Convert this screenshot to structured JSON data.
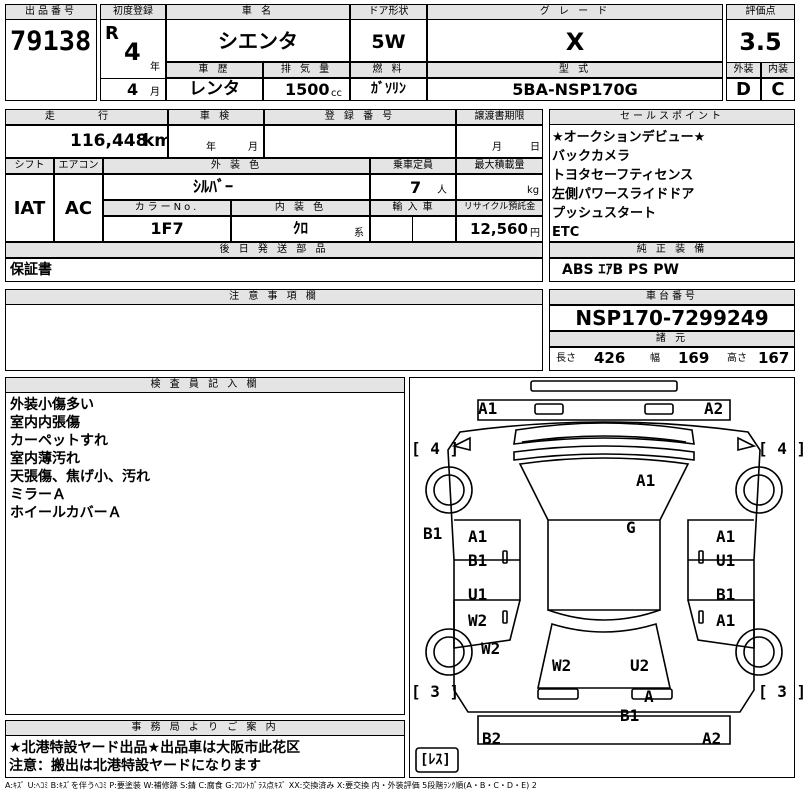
{
  "header": {
    "lot_label": "出品番号",
    "lot_no": "79138",
    "first_reg_label": "初度登録",
    "era": "R",
    "year": "4",
    "year_unit": "年",
    "month": "4",
    "month_unit": "月",
    "name_label": "車 名",
    "name": "シエンタ",
    "history_label": "車 歴",
    "history": "レンタ",
    "displacement_label": "排 気 量",
    "displacement": "1500",
    "displacement_unit": "cc",
    "door_label": "ドア形状",
    "door": "5W",
    "fuel_label": "燃 料",
    "fuel": "ｶﾞｿﾘﾝ",
    "grade_label": "グ レ ー ド",
    "grade": "X",
    "model_label": "型 式",
    "model": "5BA-NSP170G",
    "score_label": "評価点",
    "score": "3.5",
    "ext_label": "外装",
    "ext": "D",
    "int_label": "内装",
    "int": "C"
  },
  "details": {
    "mileage_label": "走 行",
    "mileage": "116,448",
    "mileage_unit": "km",
    "inspection_label": "車 検",
    "insp_year_unit": "年",
    "insp_month_unit": "月",
    "reg_no_label": "登 録 番 号",
    "transfer_label": "譲渡書期限",
    "transfer_month_unit": "月",
    "transfer_day_unit": "日",
    "shift_label": "シフト",
    "shift": "IAT",
    "ac_label": "エアコン",
    "ac": "AC",
    "color_label": "外 装 色",
    "color": "ｼﾙﾊﾞｰ",
    "seats_label": "乗車定員",
    "seats": "7",
    "seats_unit": "人",
    "load_label": "最大積載量",
    "load_unit": "kg",
    "color_no_label": "カラーNo.",
    "color_no": "1F7",
    "int_color_label": "内 装 色",
    "int_color": "ｸﾛ",
    "int_color_unit": "系",
    "import_label": "輸 入 車",
    "recycle_label": "リサイクル預託金",
    "recycle": "12,560",
    "recycle_unit": "円",
    "later_label": "後 日 発 送 部 品",
    "later": "保証書"
  },
  "sales": {
    "label": "セールスポイント",
    "items": [
      "★オークションデビュー★",
      "バックカメラ",
      "トヨタセーフティセンス",
      "左側パワースライドドア",
      "プッシュスタート",
      "ETC"
    ]
  },
  "equipment": {
    "label": "純 正 装 備",
    "value": "ABS ｴｱB PS PW"
  },
  "notes": {
    "label": "注 意 事 項 欄"
  },
  "chassis": {
    "label": "車台番号",
    "value": "NSP170-7299249"
  },
  "dims": {
    "label": "諸 元",
    "length_label": "長さ",
    "length": "426",
    "width_label": "幅",
    "width": "169",
    "height_label": "高さ",
    "height": "167"
  },
  "inspector": {
    "label": "検 査 員 記 入 欄",
    "lines": [
      "外装小傷多い",
      "室内内張傷",
      "カーペットすれ",
      "室内薄汚れ",
      "天張傷、焦げ小、汚れ",
      "ミラーＡ",
      "ホイールカバーＡ"
    ]
  },
  "diagram": {
    "tread_fl": "[ 4 ]",
    "tread_fr": "[ 4 ]",
    "tread_rl": "[ 3 ]",
    "tread_rr": "[ 3 ]",
    "spare": "[ﾚｽ]",
    "marks": {
      "front_left": "A1",
      "front_right": "A2",
      "hood": "A1",
      "roof": "G",
      "left_fender": "B1",
      "left_front_door_1": "A1",
      "left_front_door_2": "B1",
      "right_front_door_1": "A1",
      "right_front_door_2": "U1",
      "left_rear_door_1": "U1",
      "left_rear_door_2": "W2",
      "right_rear_door_1": "B1",
      "right_rear_door_2": "A1",
      "left_quarter": "W2",
      "rear_glass_left": "W2",
      "rear_glass_right": "U2",
      "lamp": "A",
      "rear_bumper": "B1",
      "rear_left": "B2",
      "rear_right": "A2"
    }
  },
  "office": {
    "label": "事 務 局 よ り ご 案 内",
    "lines": [
      "★北港特設ヤード出品★出品車は大阪市此花区",
      "注意：搬出は北港特設ヤードになります"
    ]
  },
  "legend": "A:ｷｽﾞ U:ﾍｺﾐ B:ｷｽﾞを伴うﾍｺﾐ P:要塗装 W:補修跡 S:錆 C:腐食 G:ﾌﾛﾝﾄｶﾞﾗｽ点ｷｽﾞ XX:交換済み X:要交換 内・外装評価 5段階ﾗﾝｸ順(A・B・C・D・E) 2"
}
